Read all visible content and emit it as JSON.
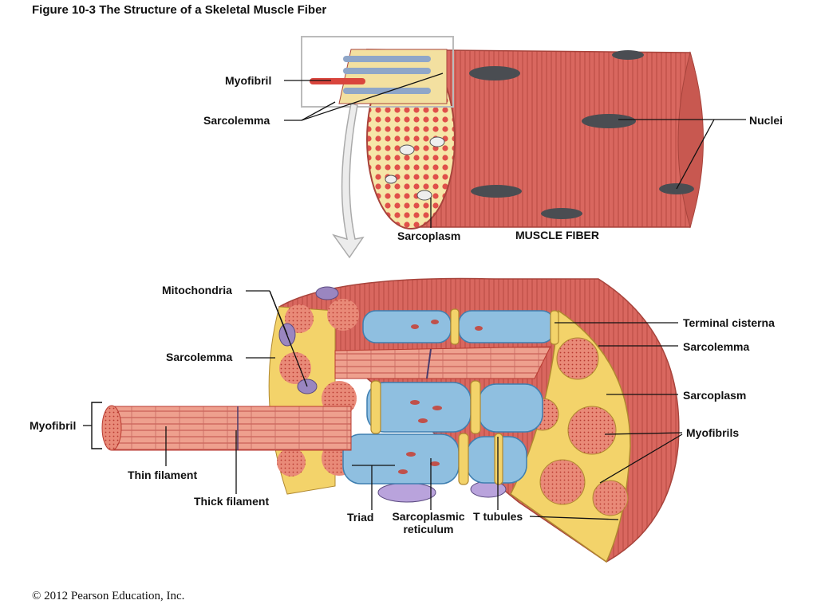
{
  "figure": {
    "title": "Figure 10-3  The Structure of a Skeletal Muscle Fiber",
    "copyright": "© 2012 Pearson Education, Inc."
  },
  "top_panel": {
    "title": "MUSCLE FIBER",
    "labels": {
      "myofibril": "Myofibril",
      "sarcolemma": "Sarcolemma",
      "nuclei": "Nuclei",
      "sarcoplasm": "Sarcoplasm"
    }
  },
  "bottom_panel": {
    "labels": {
      "mitochondria": "Mitochondria",
      "sarcolemma_left": "Sarcolemma",
      "myofibril": "Myofibril",
      "thin_filament": "Thin filament",
      "thick_filament": "Thick filament",
      "triad": "Triad",
      "sarcoplasmic_reticulum_1": "Sarcoplasmic",
      "sarcoplasmic_reticulum_2": "reticulum",
      "t_tubules": "T tubules",
      "terminal_cisterna": "Terminal cisterna",
      "sarcolemma_right": "Sarcolemma",
      "sarcoplasm": "Sarcoplasm",
      "myofibrils": "Myofibrils"
    }
  },
  "colors": {
    "muscle": "#d9675f",
    "muscle_dark": "#b6473f",
    "sarcoplasm": "#f6e6a8",
    "myofibril_dot": "#e0504a",
    "nucleus": "#4a4d52",
    "reticulum": "#8fbfe0",
    "reticulum_dark": "#3f7fb0",
    "t_tubule": "#f3d36a",
    "mitochondria": "#9a86c0"
  }
}
